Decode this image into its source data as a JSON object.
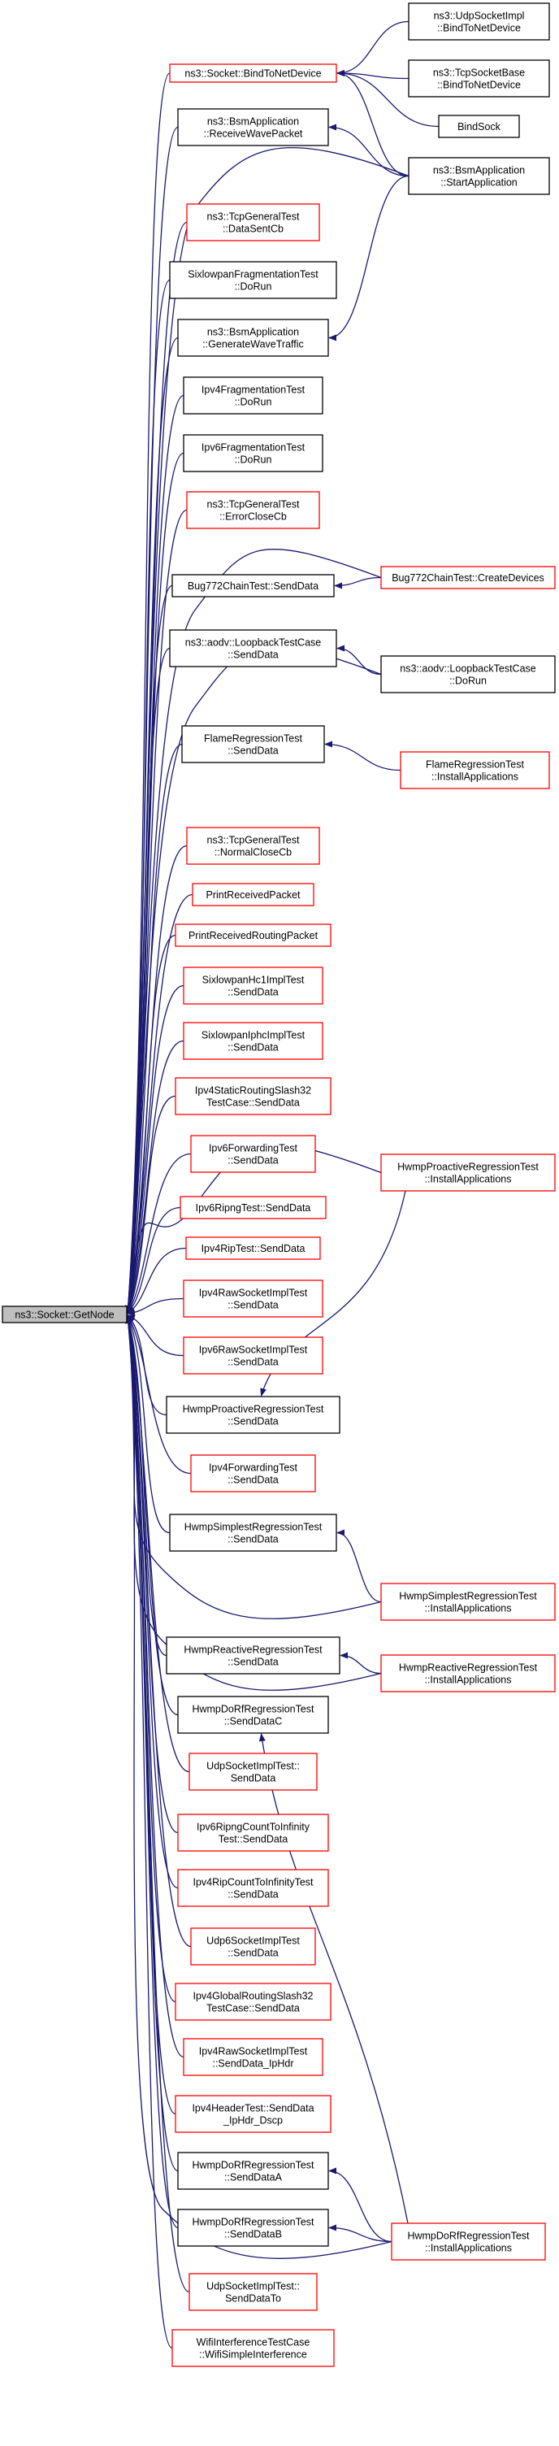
{
  "diagram": {
    "root": "ns3::Socket::GetNode",
    "nodes": [
      {
        "id": "root",
        "lines": [
          "ns3::Socket::GetNode"
        ],
        "style": "root"
      },
      {
        "id": "bind_to_net_device",
        "lines": [
          "ns3::Socket::BindToNetDevice"
        ],
        "style": "red"
      },
      {
        "id": "bsm_receive",
        "lines": [
          "ns3::BsmApplication",
          "::ReceiveWavePacket"
        ],
        "style": "black"
      },
      {
        "id": "tcp_data_sent",
        "lines": [
          "ns3::TcpGeneralTest",
          "::DataSentCb"
        ],
        "style": "red"
      },
      {
        "id": "sixlowpan_frag",
        "lines": [
          "SixlowpanFragmentationTest",
          "::DoRun"
        ],
        "style": "black"
      },
      {
        "id": "bsm_generate",
        "lines": [
          "ns3::BsmApplication",
          "::GenerateWaveTraffic"
        ],
        "style": "black"
      },
      {
        "id": "ipv4_frag",
        "lines": [
          "Ipv4FragmentationTest",
          "::DoRun"
        ],
        "style": "black"
      },
      {
        "id": "ipv6_frag",
        "lines": [
          "Ipv6FragmentationTest",
          "::DoRun"
        ],
        "style": "black"
      },
      {
        "id": "tcp_error_close",
        "lines": [
          "ns3::TcpGeneralTest",
          "::ErrorCloseCb"
        ],
        "style": "red"
      },
      {
        "id": "bug772_send",
        "lines": [
          "Bug772ChainTest::SendData"
        ],
        "style": "black"
      },
      {
        "id": "aodv_send",
        "lines": [
          "ns3::aodv::LoopbackTestCase",
          "::SendData"
        ],
        "style": "black"
      },
      {
        "id": "flame_send",
        "lines": [
          "FlameRegressionTest",
          "::SendData"
        ],
        "style": "black"
      },
      {
        "id": "tcp_normal_close",
        "lines": [
          "ns3::TcpGeneralTest",
          "::NormalCloseCb"
        ],
        "style": "red"
      },
      {
        "id": "print_packet",
        "lines": [
          "PrintReceivedPacket"
        ],
        "style": "red"
      },
      {
        "id": "print_routing",
        "lines": [
          "PrintReceivedRoutingPacket"
        ],
        "style": "red"
      },
      {
        "id": "sixlowpan_hc1",
        "lines": [
          "SixlowpanHc1ImplTest",
          "::SendData"
        ],
        "style": "red"
      },
      {
        "id": "sixlowpan_iphc",
        "lines": [
          "SixlowpanIphcImplTest",
          "::SendData"
        ],
        "style": "red"
      },
      {
        "id": "ipv4_static_32",
        "lines": [
          "Ipv4StaticRoutingSlash32",
          "TestCase::SendData"
        ],
        "style": "red"
      },
      {
        "id": "ipv6_forwarding",
        "lines": [
          "Ipv6ForwardingTest",
          "::SendData"
        ],
        "style": "red"
      },
      {
        "id": "ipv6_ripng",
        "lines": [
          "Ipv6RipngTest::SendData"
        ],
        "style": "red"
      },
      {
        "id": "ipv4_rip",
        "lines": [
          "Ipv4RipTest::SendData"
        ],
        "style": "red"
      },
      {
        "id": "ipv4_raw",
        "lines": [
          "Ipv4RawSocketImplTest",
          "::SendData"
        ],
        "style": "red"
      },
      {
        "id": "ipv6_raw",
        "lines": [
          "Ipv6RawSocketImplTest",
          "::SendData"
        ],
        "style": "red"
      },
      {
        "id": "hwmp_proactive_send",
        "lines": [
          "HwmpProactiveRegressionTest",
          "::SendData"
        ],
        "style": "black"
      },
      {
        "id": "ipv4_forwarding",
        "lines": [
          "Ipv4ForwardingTest",
          "::SendData"
        ],
        "style": "red"
      },
      {
        "id": "hwmp_simplest_send",
        "lines": [
          "HwmpSimplestRegressionTest",
          "::SendData"
        ],
        "style": "black"
      },
      {
        "id": "hwmp_reactive_send",
        "lines": [
          "HwmpReactiveRegressionTest",
          "::SendData"
        ],
        "style": "black"
      },
      {
        "id": "hwmp_dorf_c",
        "lines": [
          "HwmpDoRfRegressionTest",
          "::SendDataC"
        ],
        "style": "black"
      },
      {
        "id": "udp_send",
        "lines": [
          "UdpSocketImplTest::",
          "SendData"
        ],
        "style": "red"
      },
      {
        "id": "ipv6_ripng_inf",
        "lines": [
          "Ipv6RipngCountToInfinity",
          "Test::SendData"
        ],
        "style": "red"
      },
      {
        "id": "ipv4_rip_inf",
        "lines": [
          "Ipv4RipCountToInfinityTest",
          "::SendData"
        ],
        "style": "red"
      },
      {
        "id": "udp6_send",
        "lines": [
          "Udp6SocketImplTest",
          "::SendData"
        ],
        "style": "red"
      },
      {
        "id": "ipv4_global_32",
        "lines": [
          "Ipv4GlobalRoutingSlash32",
          "TestCase::SendData"
        ],
        "style": "red"
      },
      {
        "id": "ipv4_raw_iphdr",
        "lines": [
          "Ipv4RawSocketImplTest",
          "::SendData_IpHdr"
        ],
        "style": "red"
      },
      {
        "id": "ipv4_header_dscp",
        "lines": [
          "Ipv4HeaderTest::SendData",
          "_IpHdr_Dscp"
        ],
        "style": "red"
      },
      {
        "id": "hwmp_dorf_a",
        "lines": [
          "HwmpDoRfRegressionTest",
          "::SendDataA"
        ],
        "style": "black"
      },
      {
        "id": "hwmp_dorf_b",
        "lines": [
          "HwmpDoRfRegressionTest",
          "::SendDataB"
        ],
        "style": "black"
      },
      {
        "id": "udp_send_to",
        "lines": [
          "UdpSocketImplTest::",
          "SendDataTo"
        ],
        "style": "red"
      },
      {
        "id": "wifi_simple",
        "lines": [
          "WifiInterferenceTestCase",
          "::WifiSimpleInterference"
        ],
        "style": "red"
      },
      {
        "id": "udp_bind_net",
        "lines": [
          "ns3::UdpSocketImpl",
          "::BindToNetDevice"
        ],
        "style": "black"
      },
      {
        "id": "tcp_bind_net",
        "lines": [
          "ns3::TcpSocketBase",
          "::BindToNetDevice"
        ],
        "style": "black"
      },
      {
        "id": "bind_sock",
        "lines": [
          "BindSock"
        ],
        "style": "black"
      },
      {
        "id": "bsm_start",
        "lines": [
          "ns3::BsmApplication",
          "::StartApplication"
        ],
        "style": "black"
      },
      {
        "id": "bug772_create",
        "lines": [
          "Bug772ChainTest::CreateDevices"
        ],
        "style": "red"
      },
      {
        "id": "aodv_dorun",
        "lines": [
          "ns3::aodv::LoopbackTestCase",
          "::DoRun"
        ],
        "style": "black"
      },
      {
        "id": "flame_install",
        "lines": [
          "FlameRegressionTest",
          "::InstallApplications"
        ],
        "style": "red"
      },
      {
        "id": "hwmp_proactive_install",
        "lines": [
          "HwmpProactiveRegressionTest",
          "::InstallApplications"
        ],
        "style": "red"
      },
      {
        "id": "hwmp_simplest_install",
        "lines": [
          "HwmpSimplestRegressionTest",
          "::InstallApplications"
        ],
        "style": "red"
      },
      {
        "id": "hwmp_reactive_install",
        "lines": [
          "HwmpReactiveRegressionTest",
          "::InstallApplications"
        ],
        "style": "red"
      },
      {
        "id": "hwmp_dorf_install",
        "lines": [
          "HwmpDoRfRegressionTest",
          "::InstallApplications"
        ],
        "style": "red"
      }
    ],
    "edges": [
      {
        "from": "bind_to_net_device",
        "to": "root"
      },
      {
        "from": "bsm_receive",
        "to": "root"
      },
      {
        "from": "tcp_data_sent",
        "to": "root"
      },
      {
        "from": "sixlowpan_frag",
        "to": "root"
      },
      {
        "from": "bsm_generate",
        "to": "root"
      },
      {
        "from": "ipv4_frag",
        "to": "root"
      },
      {
        "from": "ipv6_frag",
        "to": "root"
      },
      {
        "from": "tcp_error_close",
        "to": "root"
      },
      {
        "from": "bug772_send",
        "to": "root"
      },
      {
        "from": "aodv_send",
        "to": "root"
      },
      {
        "from": "flame_send",
        "to": "root"
      },
      {
        "from": "tcp_normal_close",
        "to": "root"
      },
      {
        "from": "print_packet",
        "to": "root"
      },
      {
        "from": "print_routing",
        "to": "root"
      },
      {
        "from": "sixlowpan_hc1",
        "to": "root"
      },
      {
        "from": "sixlowpan_iphc",
        "to": "root"
      },
      {
        "from": "ipv4_static_32",
        "to": "root"
      },
      {
        "from": "ipv6_forwarding",
        "to": "root"
      },
      {
        "from": "ipv6_ripng",
        "to": "root"
      },
      {
        "from": "ipv4_rip",
        "to": "root"
      },
      {
        "from": "ipv4_raw",
        "to": "root"
      },
      {
        "from": "ipv6_raw",
        "to": "root"
      },
      {
        "from": "hwmp_proactive_send",
        "to": "root"
      },
      {
        "from": "ipv4_forwarding",
        "to": "root"
      },
      {
        "from": "hwmp_simplest_send",
        "to": "root"
      },
      {
        "from": "hwmp_reactive_send",
        "to": "root"
      },
      {
        "from": "hwmp_dorf_c",
        "to": "root"
      },
      {
        "from": "udp_send",
        "to": "root"
      },
      {
        "from": "ipv6_ripng_inf",
        "to": "root"
      },
      {
        "from": "ipv4_rip_inf",
        "to": "root"
      },
      {
        "from": "udp6_send",
        "to": "root"
      },
      {
        "from": "ipv4_global_32",
        "to": "root"
      },
      {
        "from": "ipv4_raw_iphdr",
        "to": "root"
      },
      {
        "from": "ipv4_header_dscp",
        "to": "root"
      },
      {
        "from": "hwmp_dorf_a",
        "to": "root"
      },
      {
        "from": "hwmp_dorf_b",
        "to": "root"
      },
      {
        "from": "udp_send_to",
        "to": "root"
      },
      {
        "from": "wifi_simple",
        "to": "root"
      },
      {
        "from": "udp_bind_net",
        "to": "bind_to_net_device"
      },
      {
        "from": "tcp_bind_net",
        "to": "bind_to_net_device"
      },
      {
        "from": "bind_sock",
        "to": "bind_to_net_device"
      },
      {
        "from": "bsm_start",
        "to": "bind_to_net_device"
      },
      {
        "from": "bsm_start",
        "to": "bsm_receive"
      },
      {
        "from": "bsm_start",
        "to": "bsm_generate"
      },
      {
        "from": "bsm_start",
        "to": "root"
      },
      {
        "from": "bug772_create",
        "to": "bug772_send"
      },
      {
        "from": "bug772_create",
        "to": "root"
      },
      {
        "from": "aodv_dorun",
        "to": "aodv_send"
      },
      {
        "from": "aodv_dorun",
        "to": "root"
      },
      {
        "from": "flame_install",
        "to": "flame_send"
      },
      {
        "from": "hwmp_proactive_install",
        "to": "hwmp_proactive_send"
      },
      {
        "from": "hwmp_proactive_install",
        "to": "root"
      },
      {
        "from": "hwmp_simplest_install",
        "to": "hwmp_simplest_send"
      },
      {
        "from": "hwmp_simplest_install",
        "to": "root"
      },
      {
        "from": "hwmp_reactive_install",
        "to": "hwmp_reactive_send"
      },
      {
        "from": "hwmp_reactive_install",
        "to": "root"
      },
      {
        "from": "hwmp_dorf_install",
        "to": "hwmp_dorf_c"
      },
      {
        "from": "hwmp_dorf_install",
        "to": "hwmp_dorf_a"
      },
      {
        "from": "hwmp_dorf_install",
        "to": "hwmp_dorf_b"
      },
      {
        "from": "hwmp_dorf_install",
        "to": "root"
      }
    ]
  }
}
